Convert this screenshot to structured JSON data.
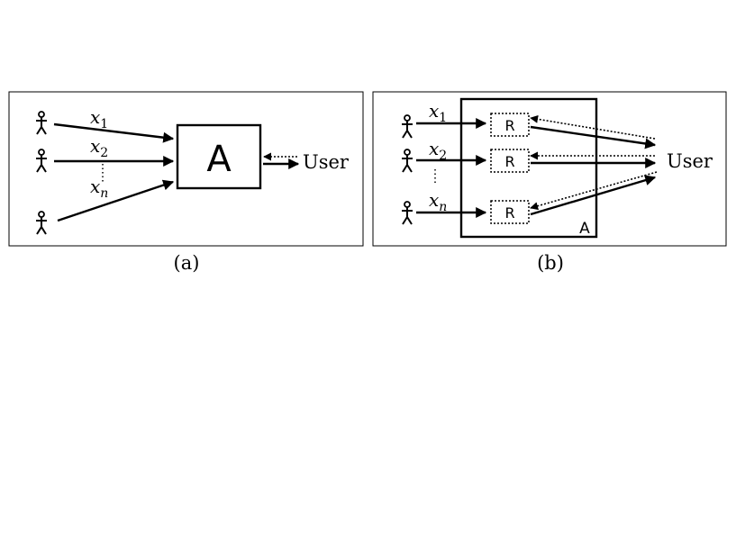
{
  "panel_a": {
    "inputs": [
      {
        "var": "x",
        "sub": "1"
      },
      {
        "var": "x",
        "sub": "2"
      },
      {
        "var": "x",
        "sub": "n"
      }
    ],
    "box_label": "A",
    "user_label": "User",
    "caption": "(a)"
  },
  "panel_b": {
    "inputs": [
      {
        "var": "x",
        "sub": "1"
      },
      {
        "var": "x",
        "sub": "2"
      },
      {
        "var": "x",
        "sub": "n"
      }
    ],
    "r_label": "R",
    "box_label": "A",
    "user_label": "User",
    "caption": "(b)"
  },
  "icons": {
    "person": "person-icon"
  }
}
